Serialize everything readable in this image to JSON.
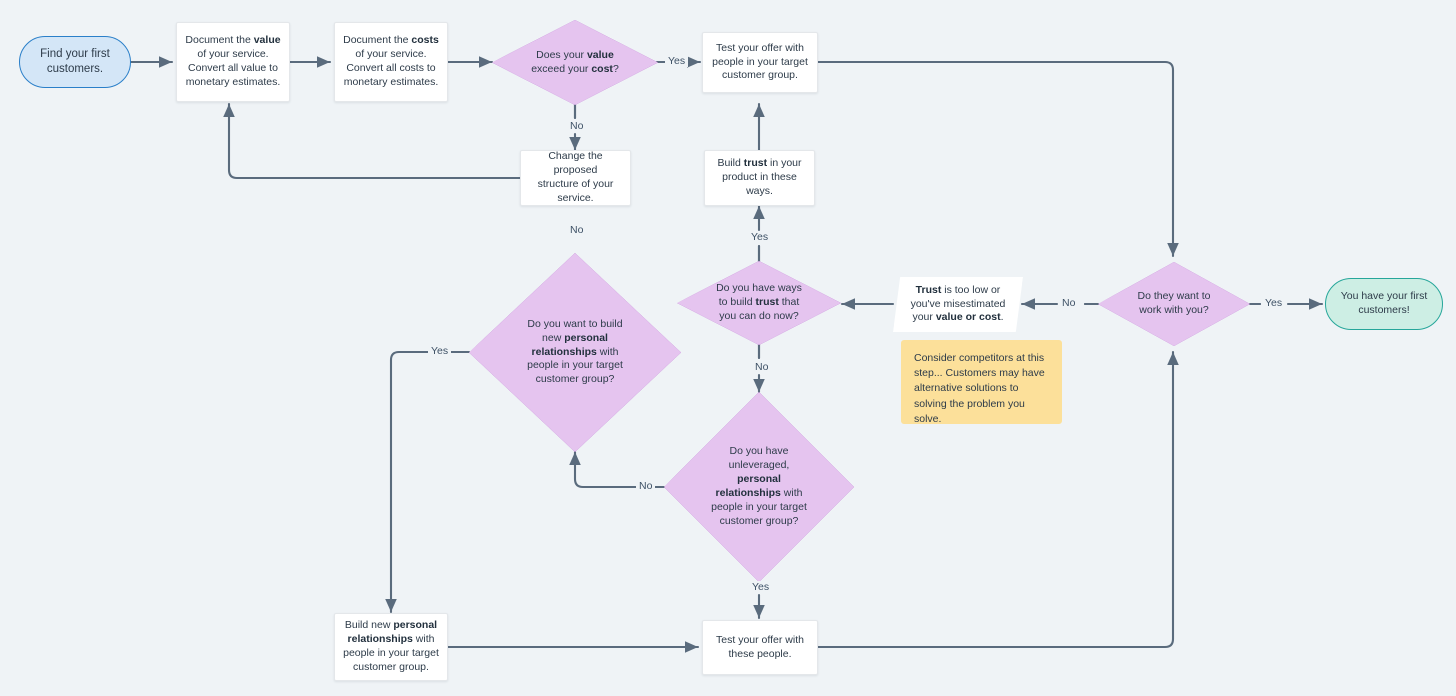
{
  "diagram": {
    "title": "Find your first customers flowchart",
    "background_color": "#eff3f6",
    "edge_color": "#5a6b7d",
    "colors": {
      "start_fill": "#d4e6f7",
      "start_stroke": "#2a7fc9",
      "end_fill": "#cdeee4",
      "end_stroke": "#26a69a",
      "decision_fill": "#e5c4ef",
      "decision_stroke": "#8b1fb0",
      "process_fill": "#ffffff",
      "note_fill": "#fce09a",
      "text": "#2d3b49"
    }
  },
  "nodes": {
    "start": {
      "type": "terminator",
      "line1": "Find your first",
      "line2": "customers."
    },
    "document_value": {
      "type": "process",
      "l1_pre": "Document the ",
      "l1_bold": "value",
      "l2": "of your service.",
      "l3": "Convert all value to",
      "l4": "monetary estimates."
    },
    "document_costs": {
      "type": "process",
      "l1_pre": "Document the ",
      "l1_bold": "costs",
      "l2": "of your service.",
      "l3": "Convert all costs to",
      "l4": "monetary estimates."
    },
    "value_exceed_cost": {
      "type": "decision",
      "l1_pre": "Does your ",
      "l1_bold": "value",
      "l2_pre": "exceed your ",
      "l2_bold": "cost",
      "l2_post": "?"
    },
    "test_offer_target": {
      "type": "process",
      "l1": "Test your offer with",
      "l2": "people in your target",
      "l3": "customer group."
    },
    "change_structure": {
      "type": "process",
      "l1": "Change the proposed",
      "l2": "structure of your",
      "l3": "service."
    },
    "build_trust": {
      "type": "process",
      "l1_pre": "Build ",
      "l1_bold": "trust",
      "l1_post": " in your",
      "l2": "product in these",
      "l3": "ways."
    },
    "ways_build_trust": {
      "type": "decision",
      "l1": "Do you have ways",
      "l2_pre": "to build ",
      "l2_bold": "trust",
      "l2_post": " that",
      "l3": "you can do now?"
    },
    "trust_too_low": {
      "type": "data",
      "l1_bold": "Trust",
      "l1_post": " is too low or",
      "l2": "you've misestimated",
      "l3_pre": "your ",
      "l3_bold": "value or cost",
      "l3_post": "."
    },
    "competitors_note": {
      "type": "note",
      "text": "Consider competitors at this step... Customers may have alternative solutions to solving the problem you solve."
    },
    "want_work_with_you": {
      "type": "decision",
      "l1": "Do they want to",
      "l2": "work with you?"
    },
    "end_success": {
      "type": "terminator",
      "line1": "You have your first",
      "line2": "customers!"
    },
    "want_build_relationships": {
      "type": "decision",
      "l1": "Do you want to build",
      "l2_pre": "new ",
      "l2_bold": "personal",
      "l3_bold": "relationships",
      "l3_post": " with",
      "l4": "people in your target",
      "l5": "customer group?"
    },
    "have_unleveraged_relationships": {
      "type": "decision",
      "l1": "Do you have",
      "l2": "unleveraged,",
      "l3_bold": "personal",
      "l4_bold": "relationships",
      "l4_post": " with",
      "l5": "people in your target",
      "l6": "customer group?"
    },
    "build_new_relationships": {
      "type": "process",
      "l1_pre": "Build new ",
      "l1_bold": "personal",
      "l2_bold": "relationships",
      "l2_post": " with",
      "l3": "people in your target",
      "l4": "customer group."
    },
    "test_offer_these_people": {
      "type": "process",
      "l1": "Test your offer with",
      "l2": "these people."
    }
  },
  "edge_labels": {
    "value_yes": "Yes",
    "value_no": "No",
    "trust_yes": "Yes",
    "trust_no": "No",
    "work_yes": "Yes",
    "work_no": "No",
    "relationships_yes": "Yes",
    "unleveraged_no": "No",
    "unleveraged_yes": "Yes",
    "build_rel_no": "No"
  }
}
